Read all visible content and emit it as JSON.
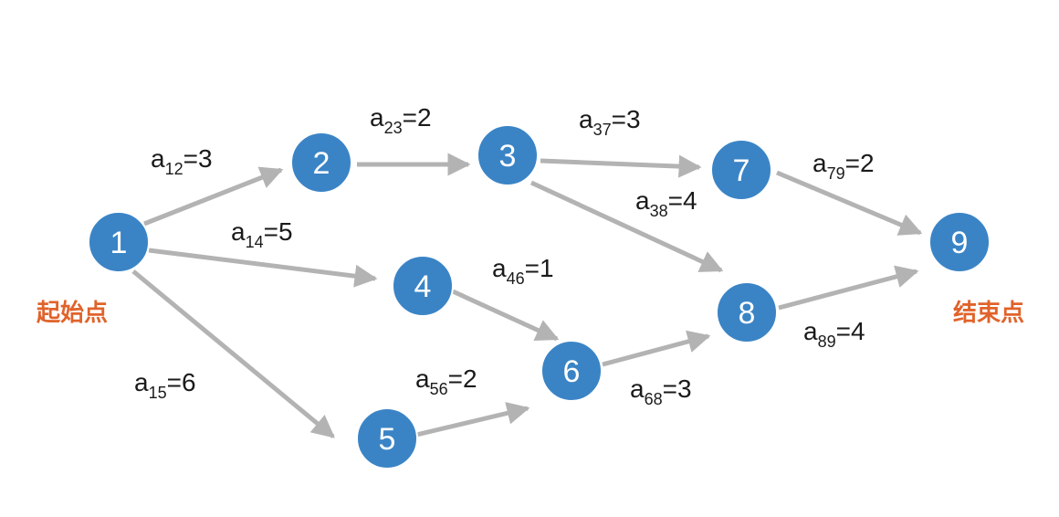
{
  "nodes": [
    {
      "id": "1",
      "label": "1"
    },
    {
      "id": "2",
      "label": "2"
    },
    {
      "id": "3",
      "label": "3"
    },
    {
      "id": "4",
      "label": "4"
    },
    {
      "id": "5",
      "label": "5"
    },
    {
      "id": "6",
      "label": "6"
    },
    {
      "id": "7",
      "label": "7"
    },
    {
      "id": "8",
      "label": "8"
    },
    {
      "id": "9",
      "label": "9"
    }
  ],
  "edges": [
    {
      "from": "1",
      "to": "2",
      "base": "a",
      "sub": "12",
      "value": "=3"
    },
    {
      "from": "1",
      "to": "4",
      "base": "a",
      "sub": "14",
      "value": "=5"
    },
    {
      "from": "1",
      "to": "5",
      "base": "a",
      "sub": "15",
      "value": "=6"
    },
    {
      "from": "2",
      "to": "3",
      "base": "a",
      "sub": "23",
      "value": "=2"
    },
    {
      "from": "3",
      "to": "7",
      "base": "a",
      "sub": "37",
      "value": "=3"
    },
    {
      "from": "3",
      "to": "8",
      "base": "a",
      "sub": "38",
      "value": "=4"
    },
    {
      "from": "4",
      "to": "6",
      "base": "a",
      "sub": "46",
      "value": "=1"
    },
    {
      "from": "5",
      "to": "6",
      "base": "a",
      "sub": "56",
      "value": "=2"
    },
    {
      "from": "6",
      "to": "8",
      "base": "a",
      "sub": "68",
      "value": "=3"
    },
    {
      "from": "7",
      "to": "9",
      "base": "a",
      "sub": "79",
      "value": "=2"
    },
    {
      "from": "8",
      "to": "9",
      "base": "a",
      "sub": "89",
      "value": "=4"
    }
  ],
  "labels": {
    "start": "起始点",
    "end": "结束点"
  },
  "colors": {
    "node_fill": "#3a84c6",
    "edge": "#b3b3b3",
    "highlight_text": "#e0632b"
  }
}
